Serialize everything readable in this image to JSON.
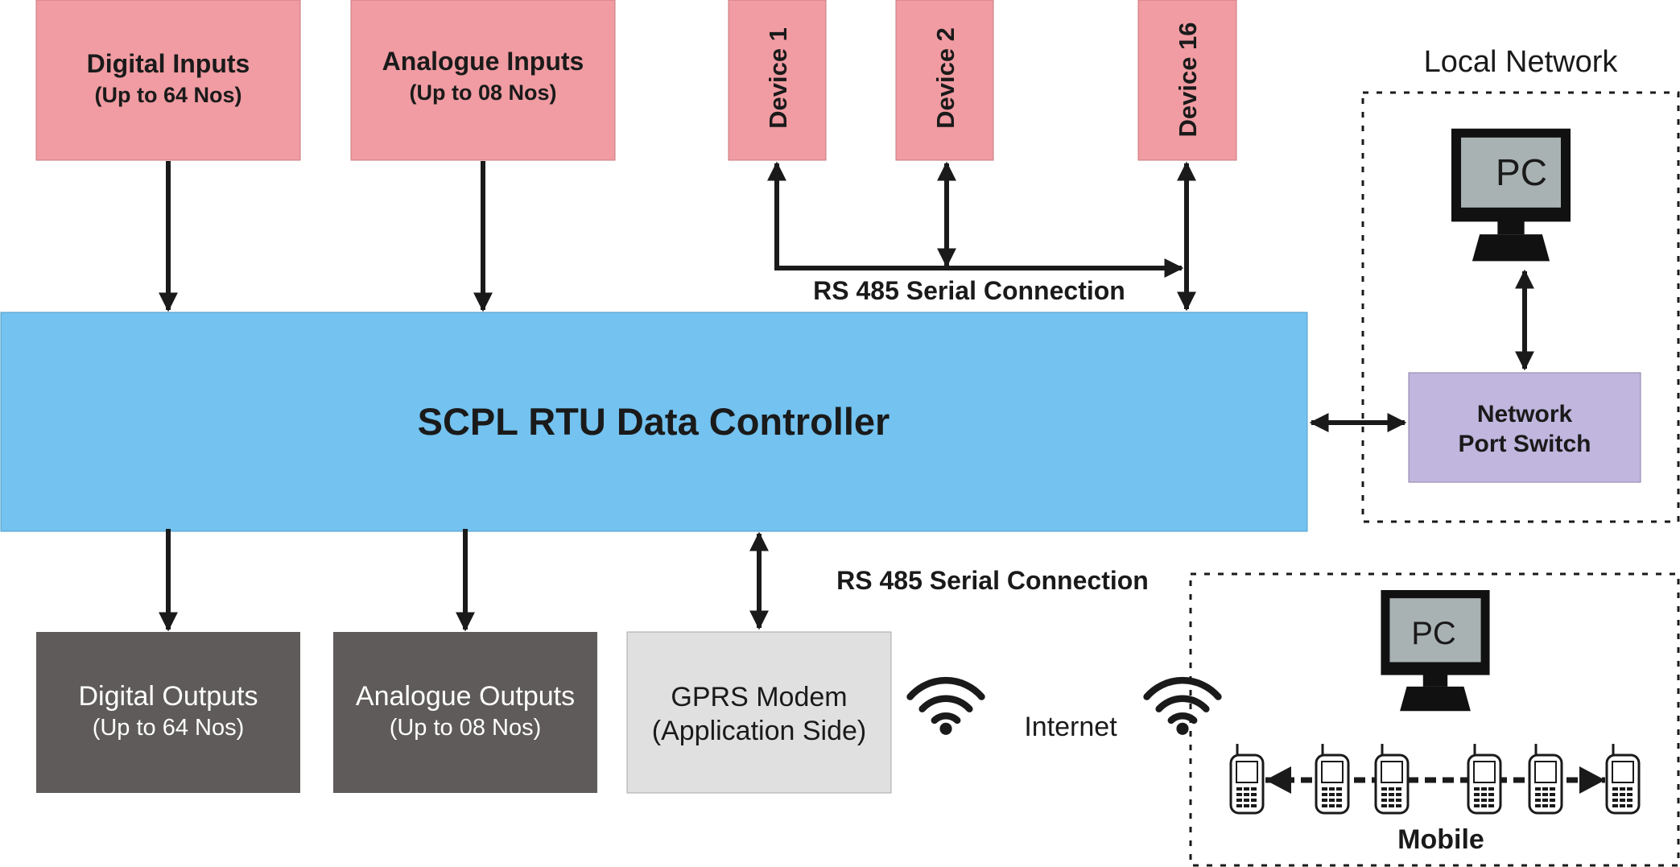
{
  "colors": {
    "input_box": "#f09ca2",
    "controller": "#73c2ef",
    "output_box": "#5e5b5a",
    "modem_box": "#e0e0e0",
    "switch_box": "#c0b6de",
    "arrow": "#1a1a1a",
    "output_text": "#ffffff"
  },
  "inputs": {
    "digital": {
      "title": "Digital Inputs",
      "sub": "(Up to 64 Nos)"
    },
    "analogue": {
      "title": "Analogue Inputs",
      "sub": "(Up to 08 Nos)"
    }
  },
  "devices": [
    "Device 1",
    "Device 2",
    "Device 16"
  ],
  "rs485_top_label": "RS 485 Serial Connection",
  "rs485_bottom_label": "RS 485 Serial Connection",
  "controller_label": "SCPL RTU Data Controller",
  "local_network": {
    "label": "Local Network",
    "pc_label": "PC",
    "switch_line1": "Network",
    "switch_line2": "Port Switch"
  },
  "outputs": {
    "digital": {
      "title": "Digital Outputs",
      "sub": "(Up to 64 Nos)"
    },
    "analogue": {
      "title": "Analogue Outputs",
      "sub": "(Up to 08 Nos)"
    }
  },
  "modem": {
    "line1": "GPRS Modem",
    "line2": "(Application Side)"
  },
  "internet_label": "Internet",
  "remote": {
    "pc_label": "PC",
    "mobile_label": "Mobile"
  }
}
